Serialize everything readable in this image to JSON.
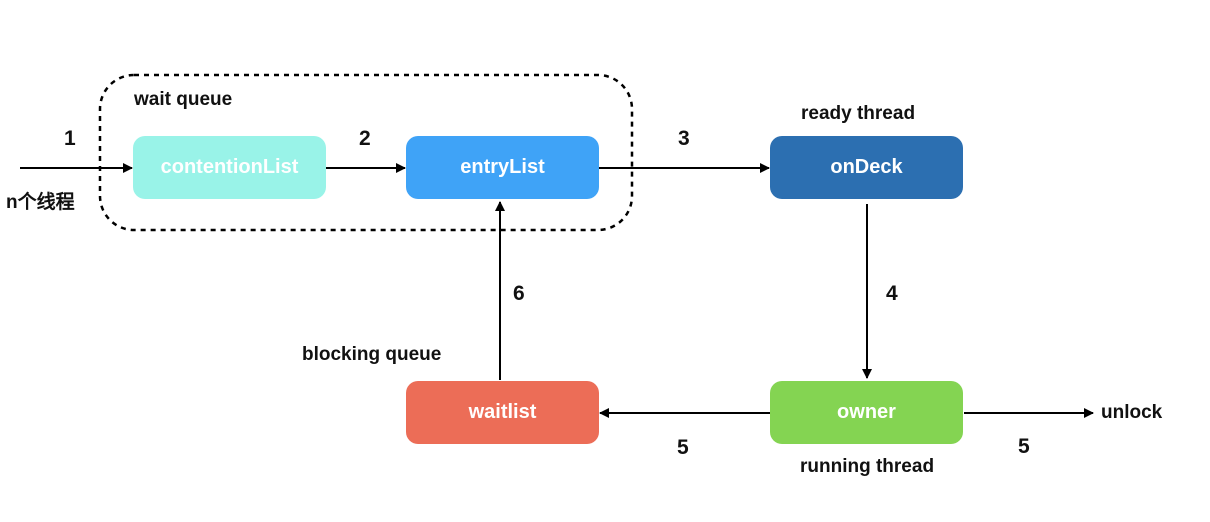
{
  "group": {
    "label": "wait queue"
  },
  "nodes": {
    "contention": {
      "label": "contentionList",
      "color": "#99f3e8"
    },
    "entry": {
      "label": "entryList",
      "color": "#3fa3f7"
    },
    "ondeck": {
      "label": "onDeck",
      "color": "#2c6fb1"
    },
    "owner": {
      "label": "owner",
      "color": "#84d452"
    },
    "waitlist": {
      "label": "waitlist",
      "color": "#ec6d57"
    }
  },
  "labels": {
    "threads": "n个线程",
    "ready": "ready thread",
    "running": "running thread",
    "blocking": "blocking queue",
    "unlock": "unlock"
  },
  "steps": {
    "s1": "1",
    "s2": "2",
    "s3": "3",
    "s4": "4",
    "s5a": "5",
    "s5b": "5",
    "s6": "6"
  }
}
